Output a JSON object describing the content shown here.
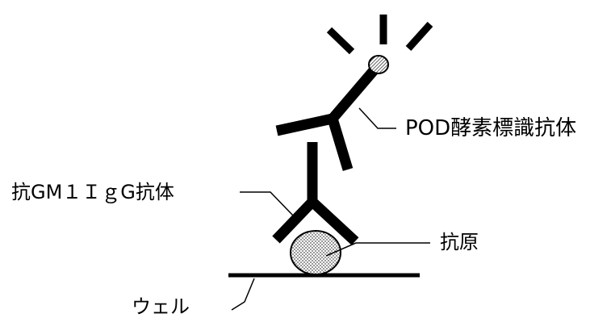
{
  "diagram": {
    "labels": {
      "secondary_antibody": "POD酵素標識抗体",
      "primary_antibody": "抗GM１ＩｇG抗体",
      "antigen": "抗原",
      "well": "ウェル"
    },
    "colors": {
      "ink": "#000000",
      "background": "#ffffff",
      "antigen_fill": "#f0f0f0",
      "enzyme_fill": "#ffffff"
    }
  }
}
